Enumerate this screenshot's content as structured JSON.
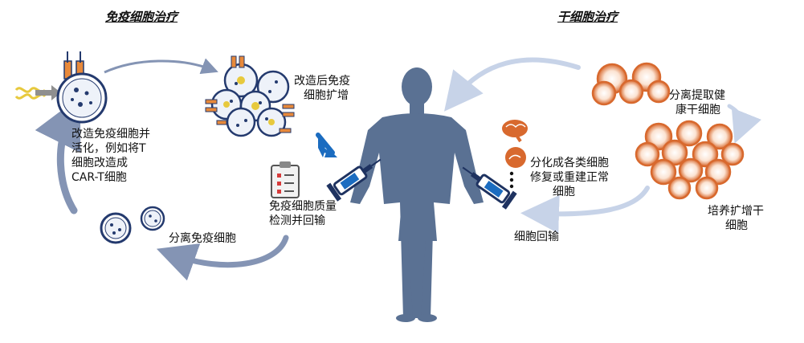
{
  "left_section": {
    "title": "免疫细胞治疗",
    "steps": {
      "modify_activate": [
        "改造免疫细胞并",
        "活化，例如将T",
        "细胞改造成",
        "CAR-T细胞"
      ],
      "expand": [
        "改造后免疫",
        "细胞扩增"
      ],
      "qc_reinfuse": [
        "免疫细胞质量",
        "检测并回输"
      ],
      "isolate": "分离免疫细胞"
    }
  },
  "right_section": {
    "title": "干细胞治疗",
    "steps": {
      "isolate_stem": [
        "分离提取健",
        "康干细胞"
      ],
      "culture_expand": [
        "培养扩增干",
        "细胞"
      ],
      "differentiate": [
        "分化成各类细胞",
        "修复或重建正常",
        "细胞"
      ],
      "reinfuse": "细胞回输"
    }
  },
  "colors": {
    "body": "#5a7193",
    "arrow_left": "#8494b4",
    "arrow_right": "#c7d3e8",
    "cell_outline": "#243a6e",
    "stem_orange": "#d8692e",
    "accent_blue": "#1b6cc0",
    "receptor_orange": "#e8893a",
    "dna_yellow": "#e7c93d"
  }
}
